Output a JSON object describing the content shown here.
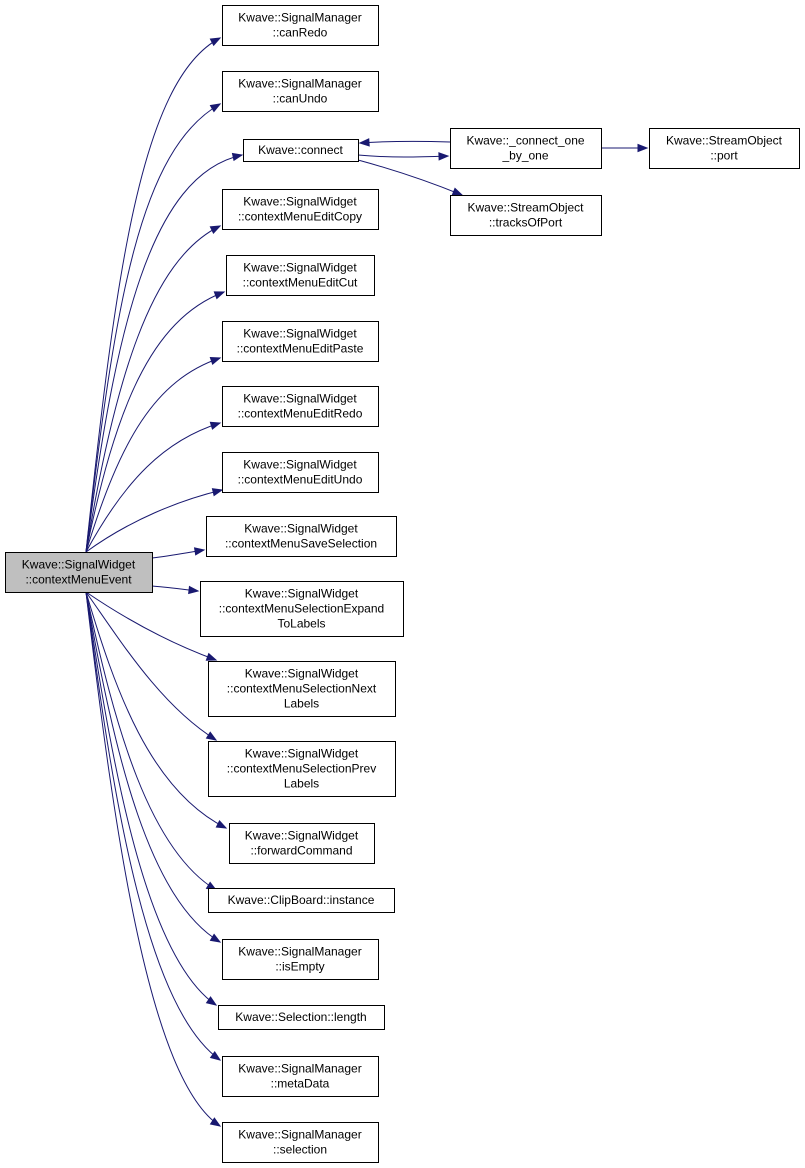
{
  "graph": {
    "root": {
      "id": "root",
      "lines": [
        "Kwave::SignalWidget",
        "::contextMenuEvent"
      ]
    },
    "nodes": [
      {
        "id": "canRedo",
        "lines": [
          "Kwave::SignalManager",
          "::canRedo"
        ]
      },
      {
        "id": "canUndo",
        "lines": [
          "Kwave::SignalManager",
          "::canUndo"
        ]
      },
      {
        "id": "connect",
        "lines": [
          "Kwave::connect"
        ]
      },
      {
        "id": "connect_one",
        "lines": [
          "Kwave::_connect_one",
          "_by_one"
        ]
      },
      {
        "id": "port",
        "lines": [
          "Kwave::StreamObject",
          "::port"
        ]
      },
      {
        "id": "tracksOfPort",
        "lines": [
          "Kwave::StreamObject",
          "::tracksOfPort"
        ]
      },
      {
        "id": "editCopy",
        "lines": [
          "Kwave::SignalWidget",
          "::contextMenuEditCopy"
        ]
      },
      {
        "id": "editCut",
        "lines": [
          "Kwave::SignalWidget",
          "::contextMenuEditCut"
        ]
      },
      {
        "id": "editPaste",
        "lines": [
          "Kwave::SignalWidget",
          "::contextMenuEditPaste"
        ]
      },
      {
        "id": "editRedo",
        "lines": [
          "Kwave::SignalWidget",
          "::contextMenuEditRedo"
        ]
      },
      {
        "id": "editUndo",
        "lines": [
          "Kwave::SignalWidget",
          "::contextMenuEditUndo"
        ]
      },
      {
        "id": "saveSel",
        "lines": [
          "Kwave::SignalWidget",
          "::contextMenuSaveSelection"
        ]
      },
      {
        "id": "selExpand",
        "lines": [
          "Kwave::SignalWidget",
          "::contextMenuSelectionExpand",
          "ToLabels"
        ]
      },
      {
        "id": "selNext",
        "lines": [
          "Kwave::SignalWidget",
          "::contextMenuSelectionNext",
          "Labels"
        ]
      },
      {
        "id": "selPrev",
        "lines": [
          "Kwave::SignalWidget",
          "::contextMenuSelectionPrev",
          "Labels"
        ]
      },
      {
        "id": "forward",
        "lines": [
          "Kwave::SignalWidget",
          "::forwardCommand"
        ]
      },
      {
        "id": "clipboard",
        "lines": [
          "Kwave::ClipBoard::instance"
        ]
      },
      {
        "id": "isEmpty",
        "lines": [
          "Kwave::SignalManager",
          "::isEmpty"
        ]
      },
      {
        "id": "length",
        "lines": [
          "Kwave::Selection::length"
        ]
      },
      {
        "id": "metaData",
        "lines": [
          "Kwave::SignalManager",
          "::metaData"
        ]
      },
      {
        "id": "selection",
        "lines": [
          "Kwave::SignalManager",
          "::selection"
        ]
      }
    ],
    "edges": [
      {
        "from": "root",
        "to": "canRedo"
      },
      {
        "from": "root",
        "to": "canUndo"
      },
      {
        "from": "root",
        "to": "connect"
      },
      {
        "from": "connect",
        "to": "connect_one"
      },
      {
        "from": "connect_one",
        "to": "connect"
      },
      {
        "from": "connect",
        "to": "tracksOfPort"
      },
      {
        "from": "connect_one",
        "to": "port"
      },
      {
        "from": "root",
        "to": "editCopy"
      },
      {
        "from": "root",
        "to": "editCut"
      },
      {
        "from": "root",
        "to": "editPaste"
      },
      {
        "from": "root",
        "to": "editRedo"
      },
      {
        "from": "root",
        "to": "editUndo"
      },
      {
        "from": "root",
        "to": "saveSel"
      },
      {
        "from": "root",
        "to": "selExpand"
      },
      {
        "from": "root",
        "to": "selNext"
      },
      {
        "from": "root",
        "to": "selPrev"
      },
      {
        "from": "root",
        "to": "forward"
      },
      {
        "from": "root",
        "to": "clipboard"
      },
      {
        "from": "root",
        "to": "isEmpty"
      },
      {
        "from": "root",
        "to": "length"
      },
      {
        "from": "root",
        "to": "metaData"
      },
      {
        "from": "root",
        "to": "selection"
      }
    ]
  }
}
